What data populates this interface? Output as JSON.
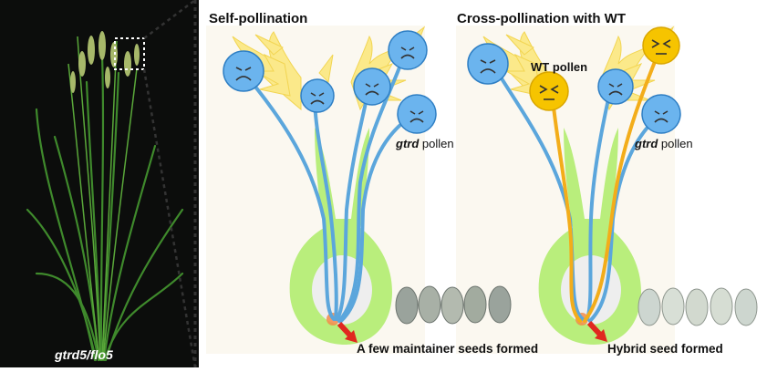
{
  "photo": {
    "caption": "gtrd5/flo5"
  },
  "panel_self": {
    "title": "Self-pollination",
    "pollen_label_italic": "gtrd",
    "pollen_label_rest": " pollen",
    "result": "A few maintainer seeds formed"
  },
  "panel_cross": {
    "title": "Cross-pollination with WT",
    "wt_label": "WT pollen",
    "pollen_label_italic": "gtrd",
    "pollen_label_rest": " pollen",
    "result": "Hybrid seed formed"
  },
  "colors": {
    "ovary": "#b9ee7c",
    "stigma": "#fbe98a",
    "tube_gtrd": "#5ba6dc",
    "pollen_gtrd": "#6bb4ee",
    "pollen_wt": "#f6c400",
    "tube_wt": "#f3ad1a",
    "arrow": "#e0281f",
    "background": "#fbf8f0"
  },
  "icons": [
    "sad-face-icon",
    "angry-face-icon",
    "zoom-bracket-icon",
    "red-arrow-icon"
  ]
}
